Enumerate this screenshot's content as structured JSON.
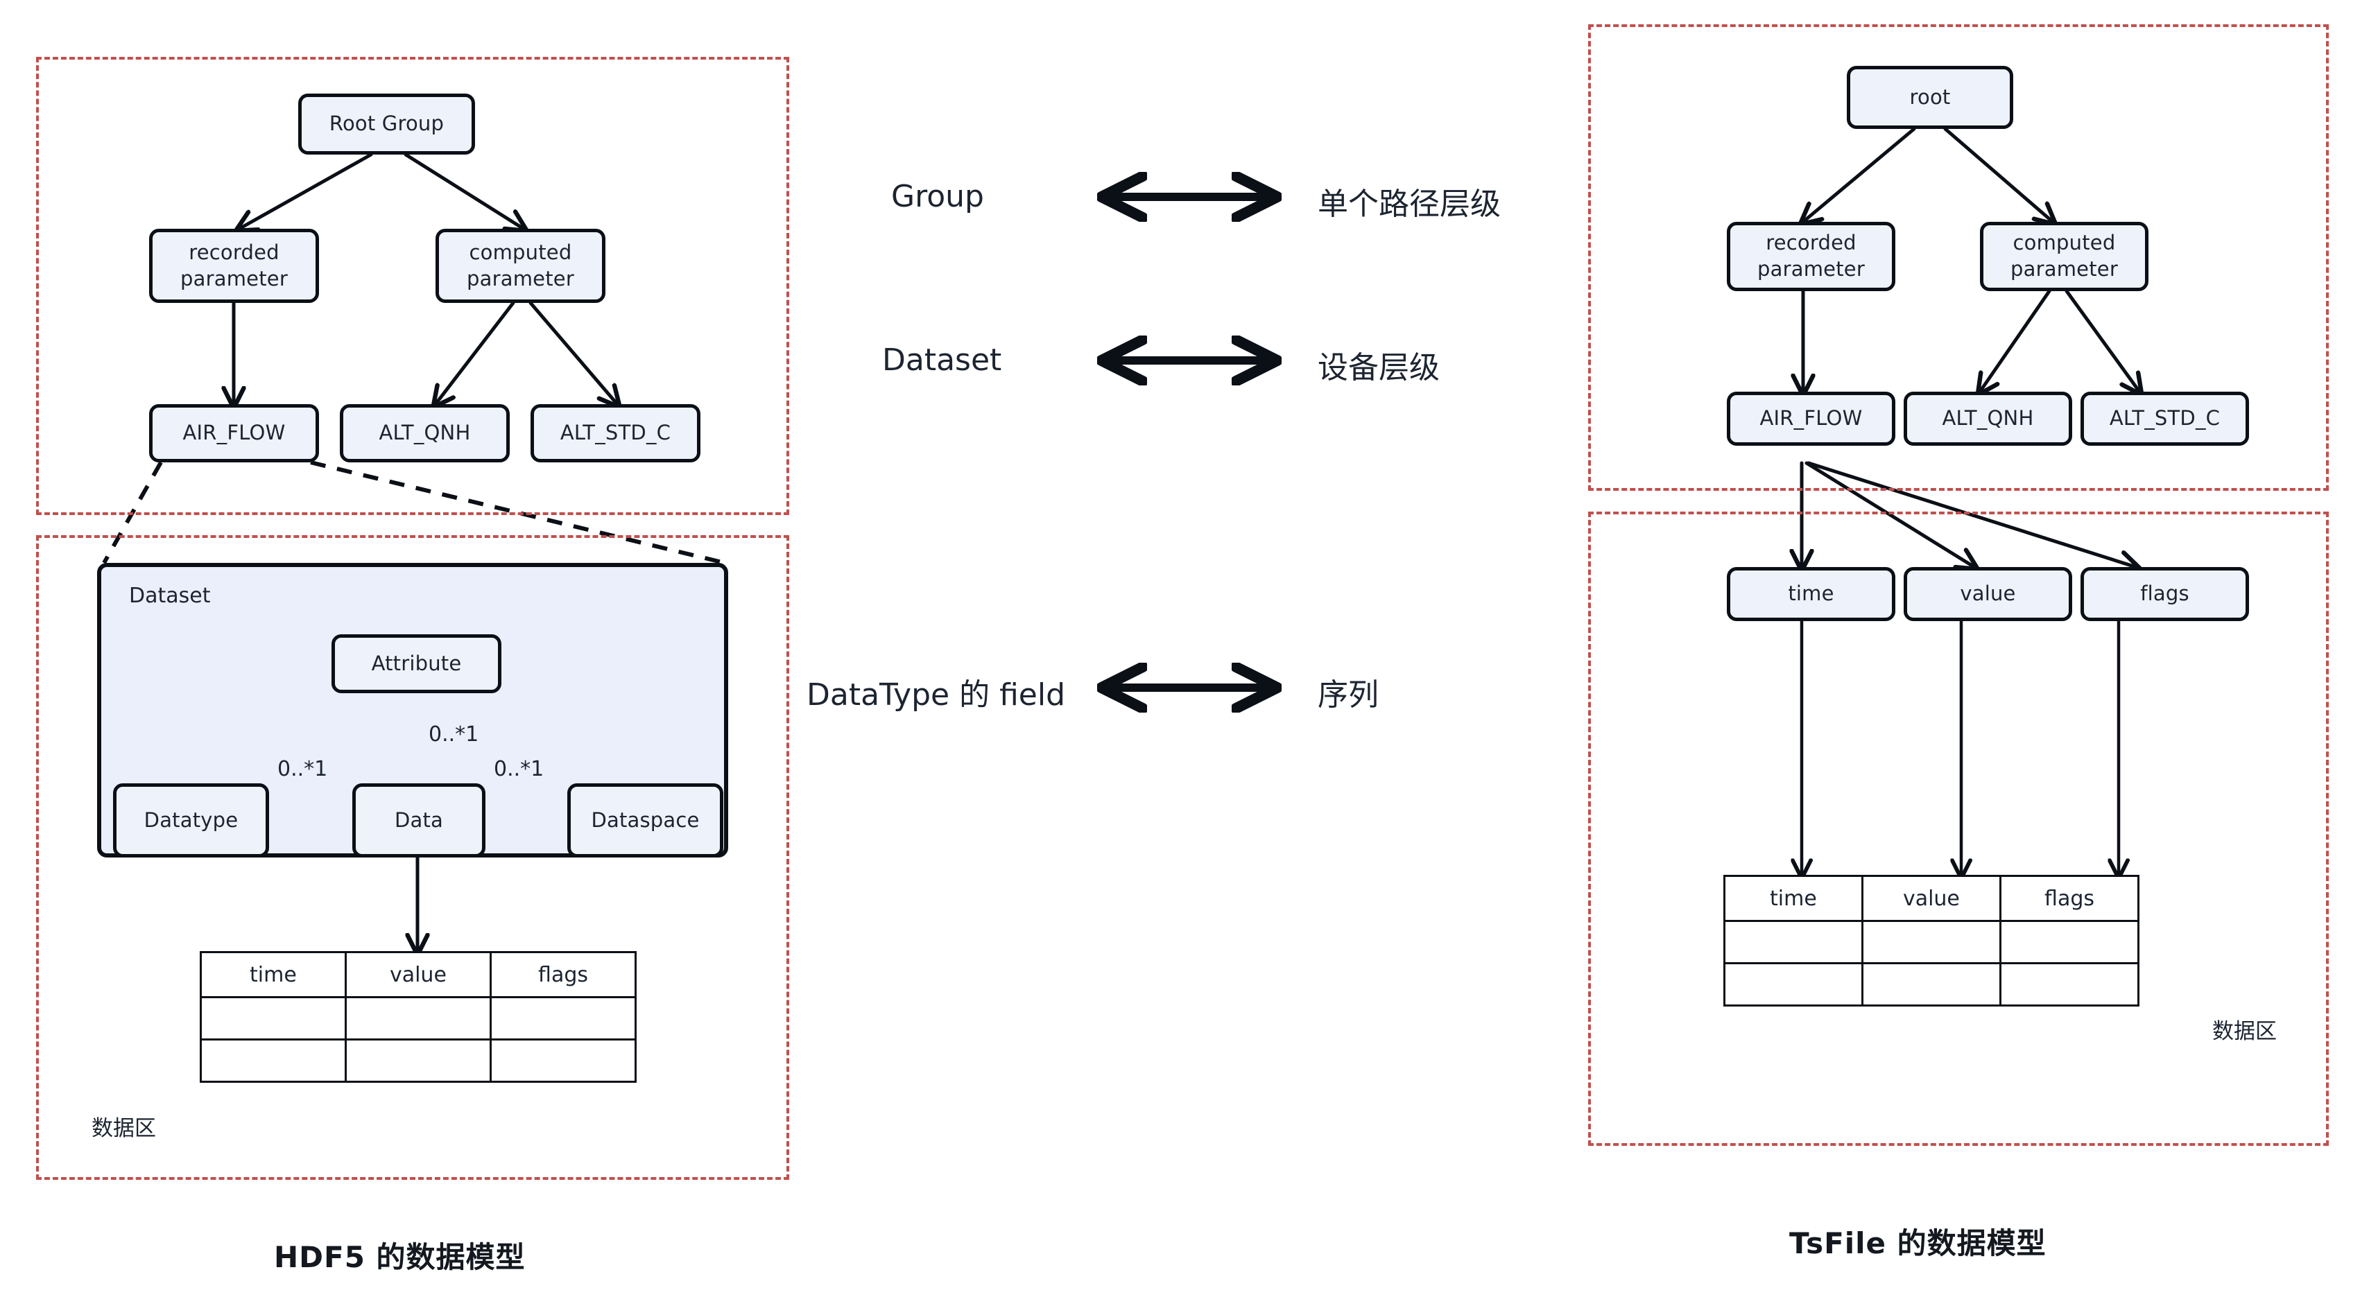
{
  "background": "#ffffff",
  "colors": {
    "region_border": "#c0504d",
    "node_fill": "#eef2fb",
    "node_border": "#0b0f16",
    "panel_fill": "#eaeffb",
    "text": "#1c2430"
  },
  "left_model": {
    "caption": "HDF5 的数据模型",
    "tree_region": {
      "nodes": [
        {
          "id": "root",
          "label": "Root Group"
        },
        {
          "id": "recorded",
          "label": "recorded\nparameter",
          "line1": "recorded",
          "line2": "parameter"
        },
        {
          "id": "computed",
          "label": "computed\nparameter",
          "line1": "computed",
          "line2": "parameter"
        },
        {
          "id": "air_flow",
          "label": "AIR_FLOW"
        },
        {
          "id": "alt_qnh",
          "label": "ALT_QNH"
        },
        {
          "id": "alt_std_c",
          "label": "ALT_STD_C"
        }
      ],
      "edges": [
        {
          "from": "root",
          "to": "recorded"
        },
        {
          "from": "root",
          "to": "computed"
        },
        {
          "from": "recorded",
          "to": "air_flow"
        },
        {
          "from": "computed",
          "to": "alt_qnh"
        },
        {
          "from": "computed",
          "to": "alt_std_c"
        }
      ]
    },
    "detail_region": {
      "panel_title": "Dataset",
      "nodes": [
        {
          "id": "attribute",
          "label": "Attribute"
        },
        {
          "id": "datatype",
          "label": "Datatype"
        },
        {
          "id": "data",
          "label": "Data"
        },
        {
          "id": "dataspace",
          "label": "Dataspace"
        }
      ],
      "cardinalities": [
        {
          "id": "card-attr-data",
          "label": "0..*1"
        },
        {
          "id": "card-datatype-data",
          "label": "0..*1"
        },
        {
          "id": "card-data-dataspace",
          "label": "0..*1"
        }
      ],
      "zone_label": "数据区",
      "table": {
        "headers": [
          "time",
          "value",
          "flags"
        ],
        "rows": [
          [
            "",
            "",
            ""
          ],
          [
            "",
            "",
            ""
          ]
        ]
      }
    }
  },
  "mapping": {
    "rows": [
      {
        "left": "Group",
        "arrow": "double-arrow",
        "right": "单个路径层级"
      },
      {
        "left": "Dataset",
        "arrow": "double-arrow",
        "right": "设备层级"
      },
      {
        "left": "DataType 的 field",
        "arrow": "double-arrow",
        "right": "序列"
      }
    ]
  },
  "right_model": {
    "caption": "TsFile 的数据模型",
    "tree_region": {
      "nodes": [
        {
          "id": "root",
          "label": "root"
        },
        {
          "id": "recorded",
          "label": "recorded\nparameter",
          "line1": "recorded",
          "line2": "parameter"
        },
        {
          "id": "computed",
          "label": "computed\nparameter",
          "line1": "computed",
          "line2": "parameter"
        },
        {
          "id": "air_flow",
          "label": "AIR_FLOW"
        },
        {
          "id": "alt_qnh",
          "label": "ALT_QNH"
        },
        {
          "id": "alt_std_c",
          "label": "ALT_STD_C"
        }
      ],
      "edges": [
        {
          "from": "root",
          "to": "recorded"
        },
        {
          "from": "root",
          "to": "computed"
        },
        {
          "from": "recorded",
          "to": "air_flow"
        },
        {
          "from": "computed",
          "to": "alt_qnh"
        },
        {
          "from": "computed",
          "to": "alt_std_c"
        }
      ]
    },
    "series_region": {
      "nodes": [
        {
          "id": "time",
          "label": "time"
        },
        {
          "id": "value",
          "label": "value"
        },
        {
          "id": "flags",
          "label": "flags"
        }
      ],
      "edges": [
        {
          "from": "air_flow",
          "to": "time"
        },
        {
          "from": "air_flow",
          "to": "value"
        },
        {
          "from": "air_flow",
          "to": "flags"
        },
        {
          "from": "time",
          "to": "table"
        },
        {
          "from": "value",
          "to": "table"
        },
        {
          "from": "flags",
          "to": "table"
        }
      ],
      "zone_label": "数据区",
      "table": {
        "headers": [
          "time",
          "value",
          "flags"
        ],
        "rows": [
          [
            "",
            "",
            ""
          ],
          [
            "",
            "",
            ""
          ]
        ]
      }
    }
  }
}
